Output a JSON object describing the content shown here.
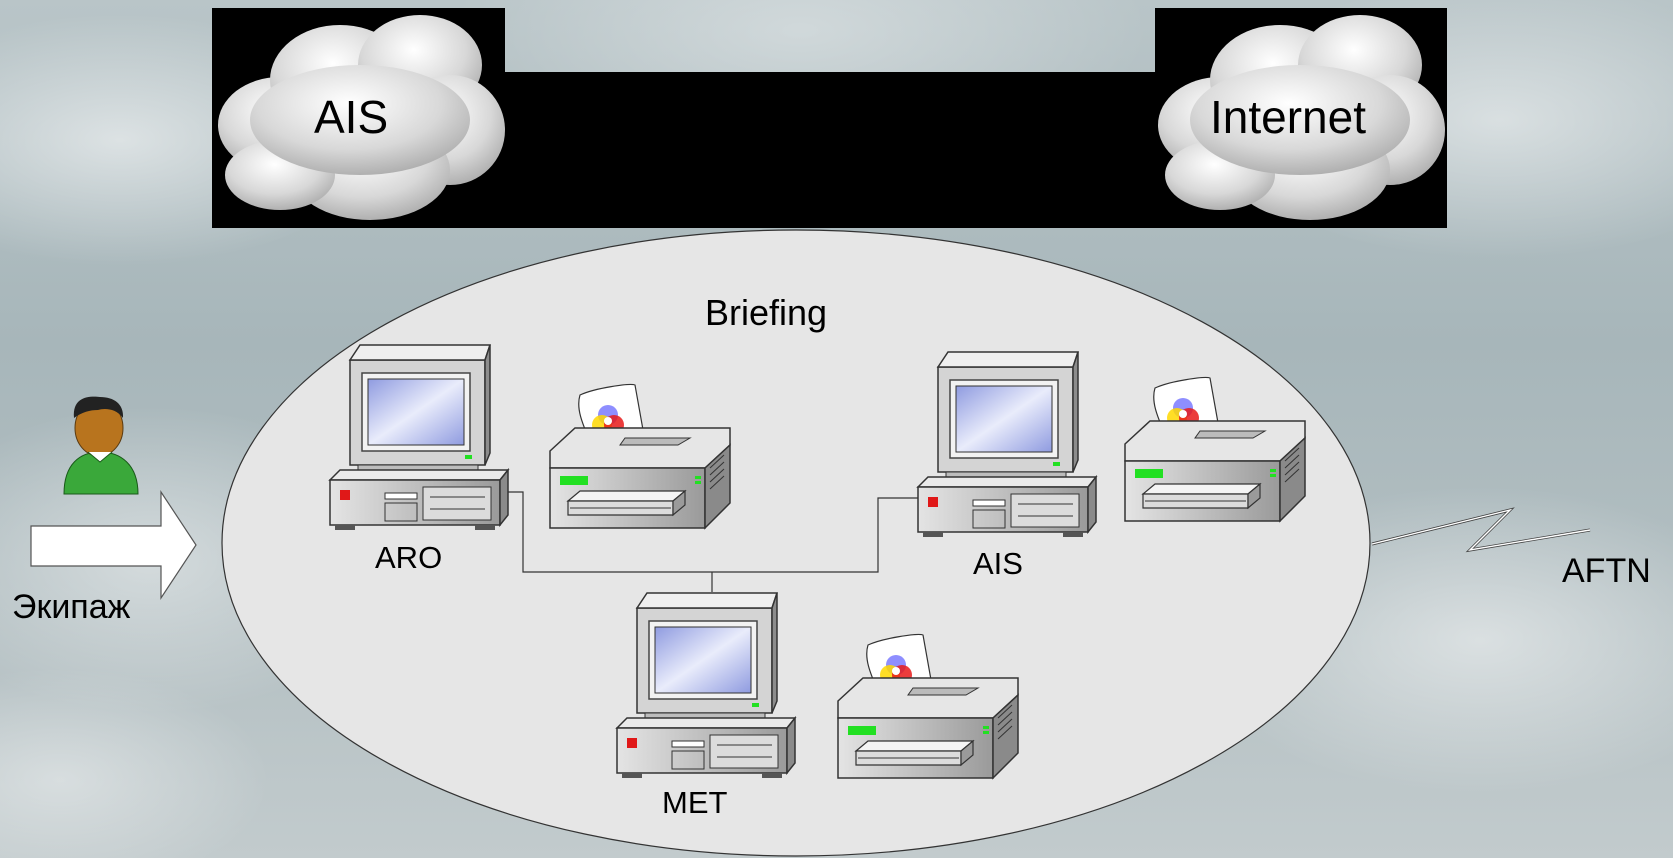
{
  "title": "",
  "nodes": {
    "cloud_left": "AIS",
    "cloud_right": "Internet",
    "briefing": "Briefing",
    "aro": "ARO",
    "ais": "AIS",
    "met": "MET",
    "crew": "Экипаж",
    "aftn": "AFTN"
  },
  "colors": {
    "black_bar": "#000000",
    "ellipse_fill": "#e6e6e6",
    "screen": "#aab4ee",
    "led_green": "#22e022",
    "led_red": "#e01818",
    "person_shirt": "#3aa83a"
  },
  "icons": [
    "cloud-icon",
    "computer-icon",
    "printer-icon",
    "person-icon",
    "arrow-icon",
    "lightning-link-icon"
  ]
}
